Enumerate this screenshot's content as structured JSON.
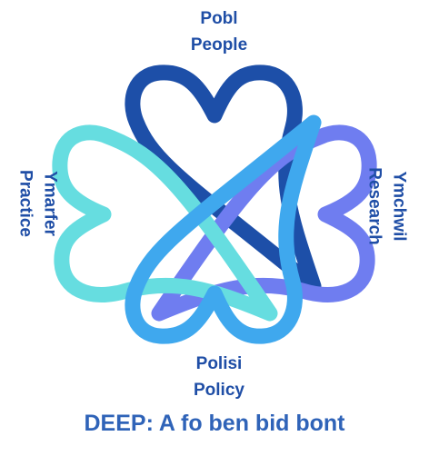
{
  "labels": {
    "top": {
      "welsh": "Pobl",
      "english": "People"
    },
    "bottom": {
      "welsh": "Polisi",
      "english": "Policy"
    },
    "left": {
      "welsh": "Ymarfer",
      "english": "Practice"
    },
    "right": {
      "welsh": "Ymchwil",
      "english": "Research"
    }
  },
  "caption": "DEEP: A fo ben bid bont",
  "colors": {
    "text": "#1f4ea6",
    "caption": "#2f63b8",
    "heart_top": "#1d4fa8",
    "heart_right": "#6f7df0",
    "heart_left": "#66dde0",
    "heart_bottom": "#3fa8ee"
  }
}
